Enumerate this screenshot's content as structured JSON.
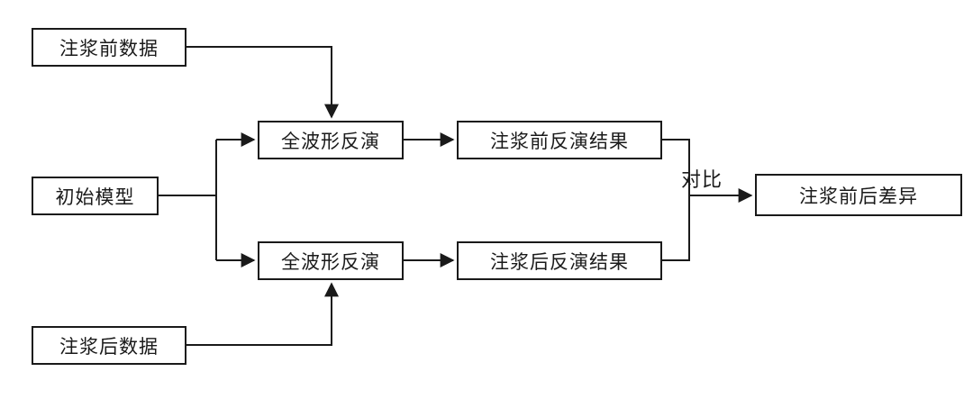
{
  "diagram": {
    "title": "full-waveform-inversion grouting comparison flowchart",
    "nodes": {
      "pre_data": {
        "label": "注浆前数据"
      },
      "initial_model": {
        "label": "初始模型"
      },
      "post_data": {
        "label": "注浆后数据"
      },
      "fwi_top": {
        "label": "全波形反演"
      },
      "fwi_bottom": {
        "label": "全波形反演"
      },
      "pre_result": {
        "label": "注浆前反演结果"
      },
      "post_result": {
        "label": "注浆后反演结果"
      },
      "difference": {
        "label": "注浆前后差异"
      }
    },
    "edge_labels": {
      "compare": "对比"
    },
    "colors": {
      "line": "#1a1a1a",
      "box_border": "#1a1a1a",
      "background": "#ffffff",
      "text": "#1a1a1a"
    }
  }
}
